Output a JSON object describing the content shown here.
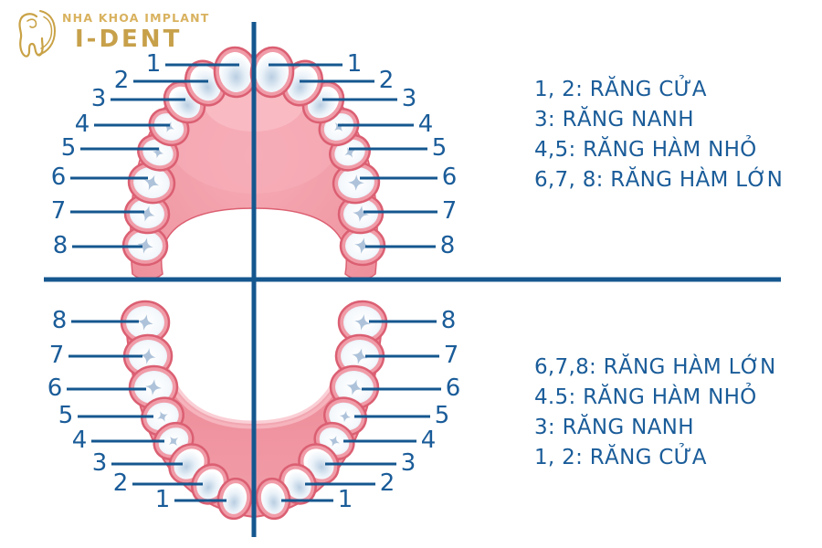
{
  "brand": {
    "tagline": "NHA KHOA IMPLANT",
    "name": "I-DENT"
  },
  "legend_upper": {
    "items": [
      "1, 2: RĂNG CỬA",
      "3: RĂNG NANH",
      "4,5: RĂNG HÀM NHỎ",
      "6,7, 8: RĂNG HÀM LỚN"
    ]
  },
  "legend_lower": {
    "items": [
      "6,7,8: RĂNG HÀM LỚN",
      "4.5: RĂNG HÀM NHỎ",
      "3: RĂNG NANH",
      "1, 2: RĂNG CỬA"
    ]
  },
  "teeth": {
    "upper_left": [
      "1",
      "2",
      "3",
      "4",
      "5",
      "6",
      "7",
      "8"
    ],
    "upper_right": [
      "1",
      "2",
      "3",
      "4",
      "5",
      "6",
      "7",
      "8"
    ],
    "lower_left": [
      "1",
      "2",
      "3",
      "4",
      "5",
      "6",
      "7",
      "8"
    ],
    "lower_right": [
      "1",
      "2",
      "3",
      "4",
      "5",
      "6",
      "7",
      "8"
    ]
  },
  "colors": {
    "line_blue": "#15578F",
    "text_blue": "#1A5C99",
    "logo_gold": "#C7A04A",
    "gum_pink": "#F09AA5",
    "gum_edge": "#DC6072",
    "tooth_shade": "#BFD3E6",
    "fissure": "#AEC3DA"
  }
}
